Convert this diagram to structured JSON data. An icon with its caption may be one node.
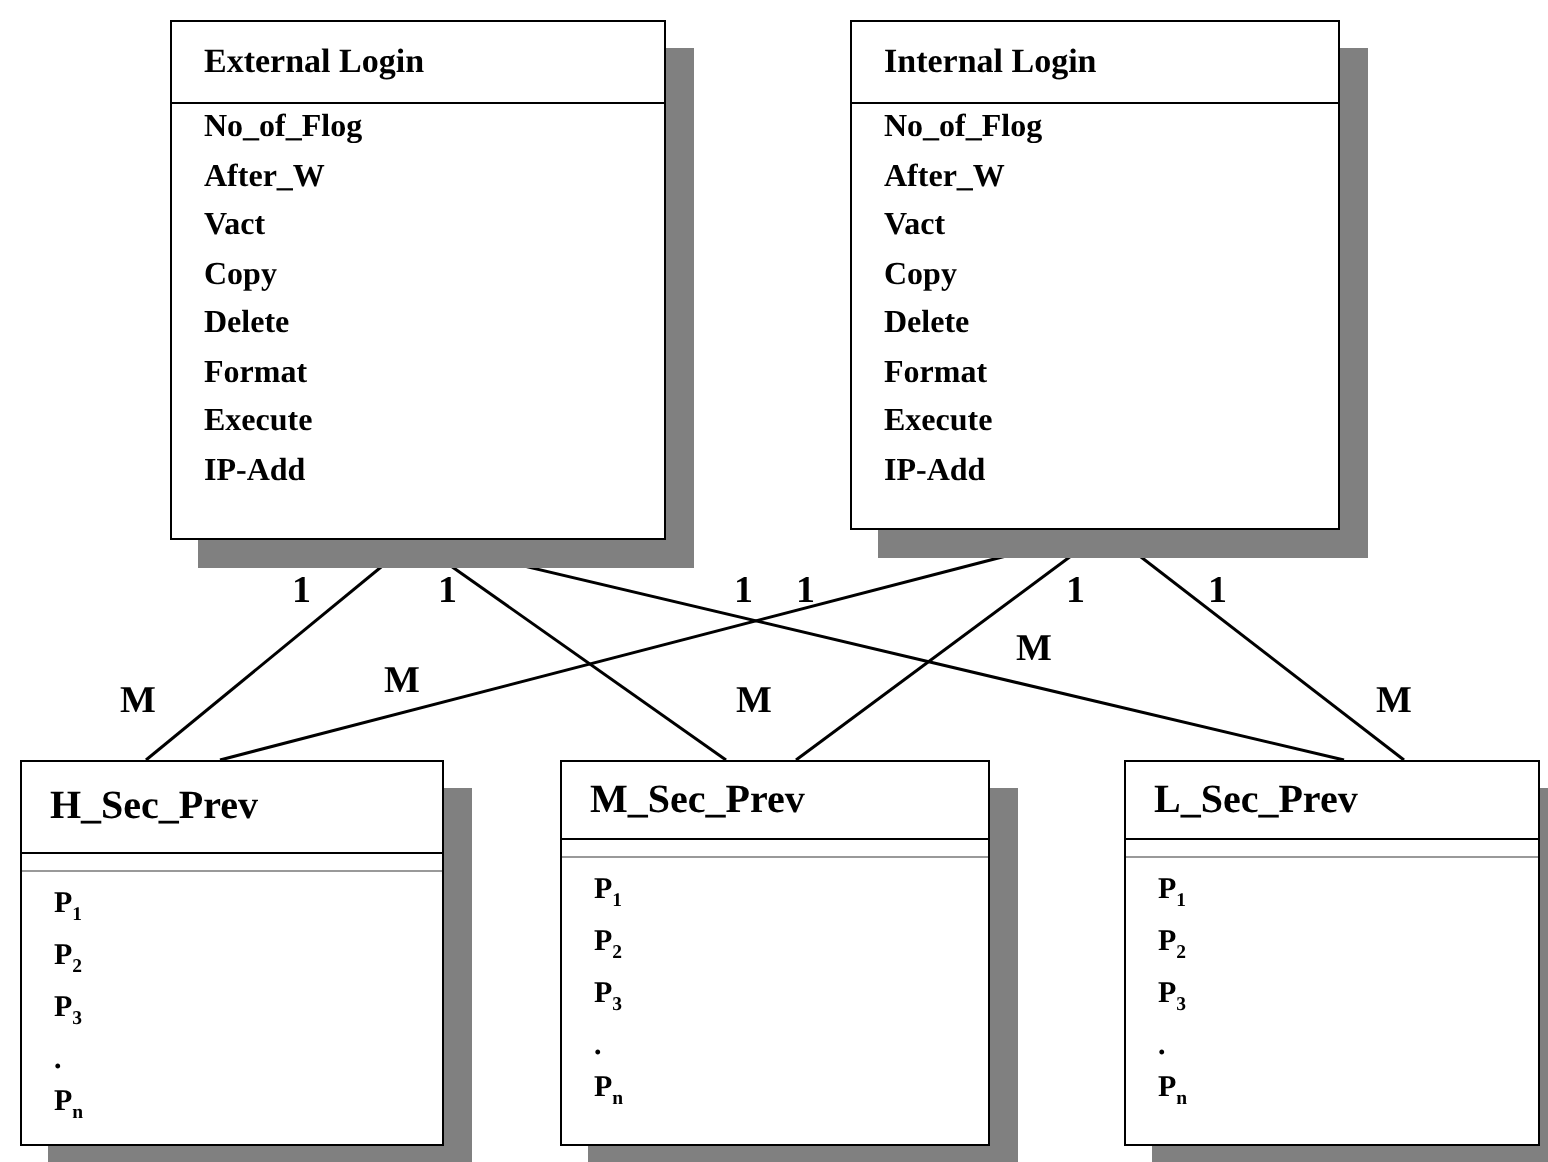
{
  "diagram": {
    "nodes": [
      {
        "text": [
          "External Login",
          "No_of_Flog",
          "After_W",
          "Vact",
          "Copy",
          "Delete",
          "Format",
          "Execute",
          "IP-Add"
        ]
      },
      {
        "text": [
          "Internal Login",
          "No_of_Flog",
          "After_W",
          "Vact",
          "Copy",
          "Delete",
          "Format",
          "Execute",
          "IP-Add"
        ]
      },
      {
        "text": [
          "H_Sec_Prev",
          "P$_{1}$",
          "P$_{2}$",
          "P$_{3}$",
          ".",
          "P$_{n}$"
        ]
      },
      {
        "text": [
          "M_Sec_Prev",
          "P$_{1}$",
          "P$_{2}$",
          "P$_{3}$",
          ".",
          "P$_{n}$"
        ]
      },
      {
        "text": [
          "L_Sec_Prev",
          "P$_{1}$",
          "P$_{2}$",
          "P$_{3}$",
          ".",
          "P$_{n}$"
        ]
      }
    ],
    "edges": [
      {
        "from": 0,
        "to": 2,
        "arrow": "none"
      },
      {
        "from": 0,
        "to": 3,
        "arrow": "none"
      },
      {
        "from": 0,
        "to": 4,
        "arrow": "none"
      },
      {
        "from": 1,
        "to": 2,
        "arrow": "none"
      },
      {
        "from": 1,
        "to": 3,
        "arrow": "none"
      },
      {
        "from": 1,
        "to": 4,
        "arrow": "none"
      }
    ],
    "labels": [
      "1",
      "1",
      "1",
      "1",
      "1",
      "1",
      "M",
      "M",
      "M",
      "M",
      "M"
    ]
  }
}
